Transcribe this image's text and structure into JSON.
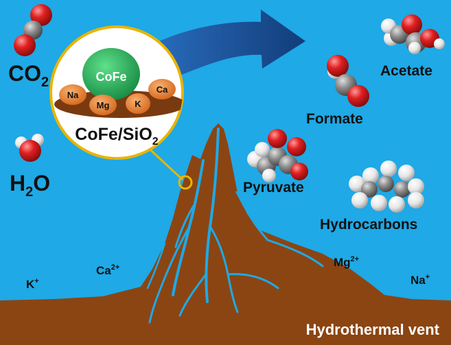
{
  "reactants": {
    "co2": {
      "main": "CO",
      "sub": "2"
    },
    "h2o": {
      "h": "H",
      "sub": "2",
      "o": "O"
    }
  },
  "catalyst": {
    "metal": "CoFe",
    "dopants": [
      "Na",
      "Mg",
      "K",
      "Ca"
    ],
    "formula_main": "CoFe/SiO",
    "formula_sub": "2"
  },
  "products": [
    "Acetate",
    "Formate",
    "Pyruvate",
    "Hydrocarbons"
  ],
  "ions": [
    {
      "base": "K",
      "charge": "+"
    },
    {
      "base": "Ca",
      "charge": "2+"
    },
    {
      "base": "Mg",
      "charge": "2+"
    },
    {
      "base": "Na",
      "charge": "+"
    }
  ],
  "vent_label": "Hydrothermal vent",
  "colors": {
    "water": "#1FA9E6",
    "rock": "#8B4513",
    "arrow": "#1F4F9C",
    "cofe": "#22A855",
    "dopant": "#E8802E",
    "support": "#7A3A10",
    "oxygen": "#E02020",
    "carbon": "#808080",
    "hydrogen": "#EDEDED",
    "callout": "#E8B500"
  }
}
